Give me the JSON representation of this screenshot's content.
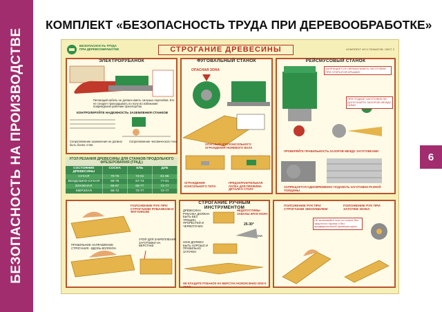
{
  "side": {
    "vertical_title": "БЕЗОПАСНОСТЬ НА ПРОИЗВОДСТВЕ",
    "page_number": "6"
  },
  "header": {
    "title": "КОМПЛЕКТ «БЕЗОПАСНОСТЬ ТРУДА ПРИ ДЕРЕВООБРАБОТКЕ»"
  },
  "poster": {
    "logo_text_1": "БЕЗОПАСНОСТЬ ТРУДА",
    "logo_text_2": "ПРИ ДЕРЕВООБРАБОТКЕ",
    "title": "СТРОГАНИЕ  ДРЕВЕСИНЫ",
    "note": "КОМПЛЕКТ ИЗ 6 ПЛАКАТОВ. ЛИСТ 3",
    "panels": {
      "electroplane": {
        "title": "ЭЛЕКТРОРУБАНОК",
        "note": "Питающий кабель не должен иметь сильных перегибов. Его не следует прокладывать по полу во избежание повреждения рабочим транспортом",
        "ground_title": "КОНТРОЛИРУЙТЕ НАДЕЖНОСТЬ ЗАЗЕМЛЕНИЯ СТАНКОВ",
        "ground_note_1": "Сопротивление заземления не должно быть более 4 Ом",
        "ground_note_2": "Сопротивление человеческого тела"
      },
      "jointer": {
        "title": "ФУГОВАЛЬНЫЙ СТАНОК",
        "danger": "ОПАСНАЯ ЗОНА",
        "bottom_left": "ОГРАЖДЕНИЯ КОНСОЛЬНОГО ТИПА",
        "bottom_right": "ПРЕДОХРАНИТЕЛЬНАЯ ЛАПКА ДЛЯ ПРИЖИМА ДЕТАЛИ К СТОЛУ",
        "note": "ОПАСНЫМ ДЛЯ КОНСОЛЬНОГО ОГРАЖДЕНИЯ НОЖЕВОГО ВАЛА"
      },
      "thicknesser": {
        "title": "РЕЙСМУСОВЫЙ СТАНОК",
        "note_top": "ЗАПРЕЩАЕТСЯ ОБРАБАТЫВАТЬ ЗАГОТОВКИ ПРИ ОТКРЫТОЙ КРЫШКЕ",
        "note_mid": "ПРИ ПОДАЧЕ ЗАГОТОВОК НЕ ДОПУСКАЙТЕ ЗАЗОРОВ МЕЖДУ НИМИ",
        "check_title": "ПРОВЕРЯЙТЕ ПРАВИЛЬНОСТЬ ЗАЗОРОВ МЕЖДУ ЗАГОТОВКАМИ",
        "bottom_note": "ЗАПРЕЩАЕТСЯ ОДНОВРЕМЕННО ПОДАВАТЬ ЗАГОТОВКИ РАЗНОЙ ТОЛЩИНЫ"
      },
      "table": {
        "title": "УГОЛ РЕЗАНИЯ ДРЕВЕСИНЫ ДЛЯ СТАНКОВ ПРОДОЛЬНОГО ФРЕЗЕРОВАНИЯ (ГРАД.)",
        "columns": [
          "СОСТОЯНИЕ ДРЕВЕСИНЫ",
          "СОСНА",
          "ЕЛЬ",
          "ДУБ"
        ],
        "rows": [
          [
            "СУХАЯ",
            "70-75",
            "72-81",
            "81-86"
          ],
          [
            "ВОЗДУШНО-СУХАЯ",
            "69-76",
            "67-73",
            "77-81"
          ],
          [
            "ВЛАЖНАЯ",
            "66-67",
            "66-77",
            "72-77"
          ],
          [
            "МЕРЗЛАЯ",
            "66-72",
            "72-77",
            "72-77"
          ]
        ]
      },
      "hand_planing": {
        "title": "ПОЛОЖЕНИЕ РУК ПРИ СТРОГАНИИ РУБАНКОМ И ФУГАНКОМ",
        "label_1": "ПРАВИЛЬНОЕ НАПРАВЛЕНИЕ СТРОГАНИЯ - ВДОЛЬ ВОЛОКОН",
        "label_2": "УПОР ДЛЯ ЗАКРЕПЛЕНИЯ ЗАГОТОВКИ НА ВЕРСТАКЕ"
      },
      "hand_tool": {
        "title": "СТРОГАНИЕ РУЧНЫМ ИНСТРУМЕНТОМ",
        "label_1": "ДРЕВЕСИНА РУБАНКА ДОЛЖНА БЫТЬ БЕЗ ТРЕЩИН, ПРОРЕСТЕЙ И ЧЕРВОТОЧИН",
        "label_2": "НОЖ ДОЛЖЕН БЫТЬ ХОРОШО И ПРАВИЛЬНО ЗАТОЧЕН",
        "label_3": "НЕДОПУСТИМЫ ЗАВАЛЫ КРАЯ НОЖА",
        "angle": "25-30°",
        "angle_label": "УГОЛ ЗАТОЧКИ",
        "bottom": "НЕ КЛАДИТЕ РУБАНОК НА ВЕРСТАК НОЖОМ ВНИЗ ИЛИ К СЕБЕ"
      },
      "sharpening": {
        "title_left": "ПОЛОЖЕНИЕ РУК ПРИ СТРОГАНИИ ЗЕНЗУБЕЛЕМ",
        "title_right": "ПОЛОЖЕНИЕ РУК ПРИ ЗАТОЧКЕ НОЖА",
        "note": "Не затачивайте нож на точиле без защитного экрана и без предварительной проверки круга"
      }
    }
  },
  "colors": {
    "band": "#a12d6e",
    "poster_bg": "#f6efb8",
    "frame": "#b9522a",
    "title_red": "#b22f21",
    "table_green": "#3b8a4e",
    "machine_green": "#2f8f49",
    "wood": "#e5b44a"
  }
}
